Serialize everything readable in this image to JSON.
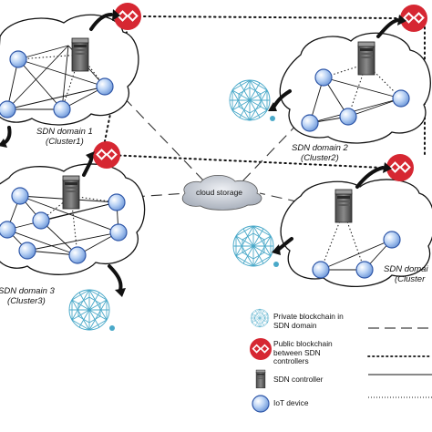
{
  "clusters": [
    {
      "name": "SDN domain 1",
      "cluster": "(Cluster1)"
    },
    {
      "name": "SDN domain 2",
      "cluster": "(Cluster2)"
    },
    {
      "name": "SDN domain 3",
      "cluster": "(Cluster3)"
    },
    {
      "name": "SDN domai",
      "cluster": "(Cluster"
    }
  ],
  "cloud_storage_label": "cloud storage",
  "legend": [
    {
      "icon": "private-blockchain-icon",
      "label": "Private blockchain in SDN domain"
    },
    {
      "icon": "public-blockchain-icon",
      "label": "Public blockchain between SDN controllers"
    },
    {
      "icon": "sdn-controller-icon",
      "label": "SDN controller"
    },
    {
      "icon": "iot-device-icon",
      "label": "IoT device"
    }
  ],
  "line_styles": [
    "long-dash",
    "dotted",
    "solid",
    "fine-dotted"
  ],
  "colors": {
    "public_blockchain": "#d62732",
    "private_blockchain": "#4aa9c9",
    "iot_device": "#a9c6f0",
    "iot_device_stroke": "#2f57a8",
    "controller": "#6e6e6e",
    "cloud_storage": "#c8cdd6"
  }
}
